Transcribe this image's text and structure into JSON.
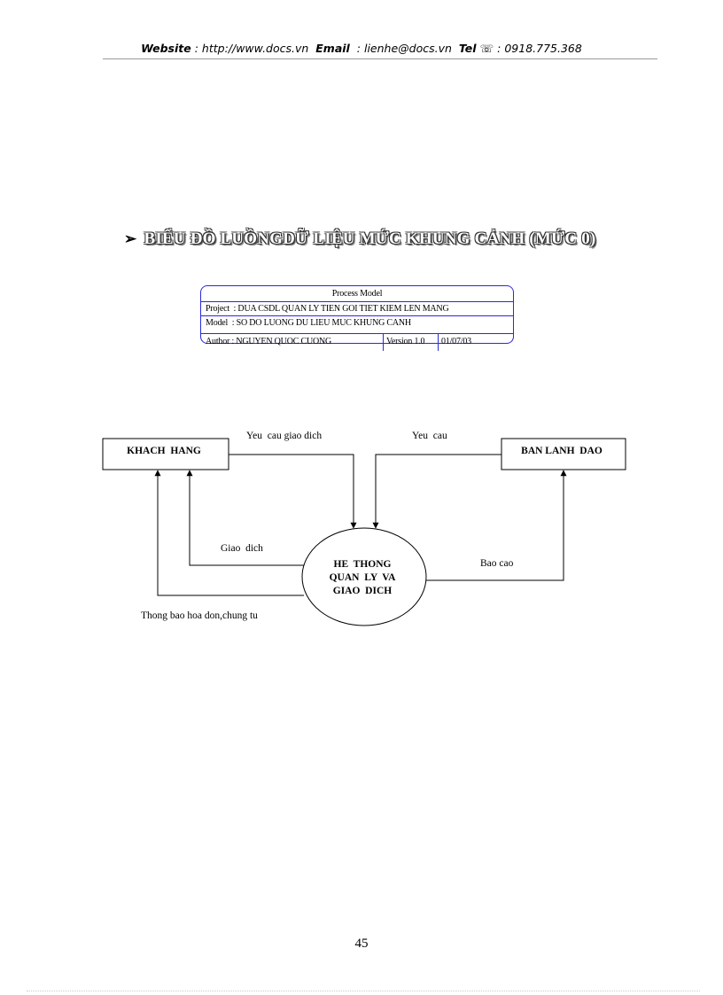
{
  "header": {
    "website_label": "Website",
    "website_value": "http://www.docs.vn",
    "email_label": "Email",
    "email_value": "lienhe@docs.vn",
    "tel_label": "Tel",
    "tel_icon": "phone-icon",
    "tel_value": "0918.775.368"
  },
  "title": {
    "bullet": "➢",
    "text": "BIỂU ĐỒ LUỒNGDỮ LIỆU MỨC KHUNG CẢNH (MỨC 0)"
  },
  "process_model": {
    "heading": "Process Model",
    "project_label": "Project",
    "project_value": "DUA CSDL QUAN LY TIEN GOI TIET KIEM LEN MANG",
    "model_label": "Model",
    "model_value": "SO DO LUONG DU LIEU MUC KHUNG CANH",
    "author_label": "Author",
    "author_value": "NGUYEN QUOC CUONG",
    "version": "Version 1.0",
    "date": "01/07/03"
  },
  "diagram": {
    "entity_left": "KHACH  HANG",
    "entity_right": "BAN LANH  DAO",
    "process_line1": "HE  THONG",
    "process_line2": "QUAN  LY  VA",
    "process_line3": "GIAO  DICH",
    "flow_request_transaction": "Yeu  cau giao dich",
    "flow_request": "Yeu  cau",
    "flow_transaction": "Giao  dich",
    "flow_report": "Bao cao",
    "flow_notice": "Thong bao hoa don,chung tu"
  },
  "page_number": "45"
}
